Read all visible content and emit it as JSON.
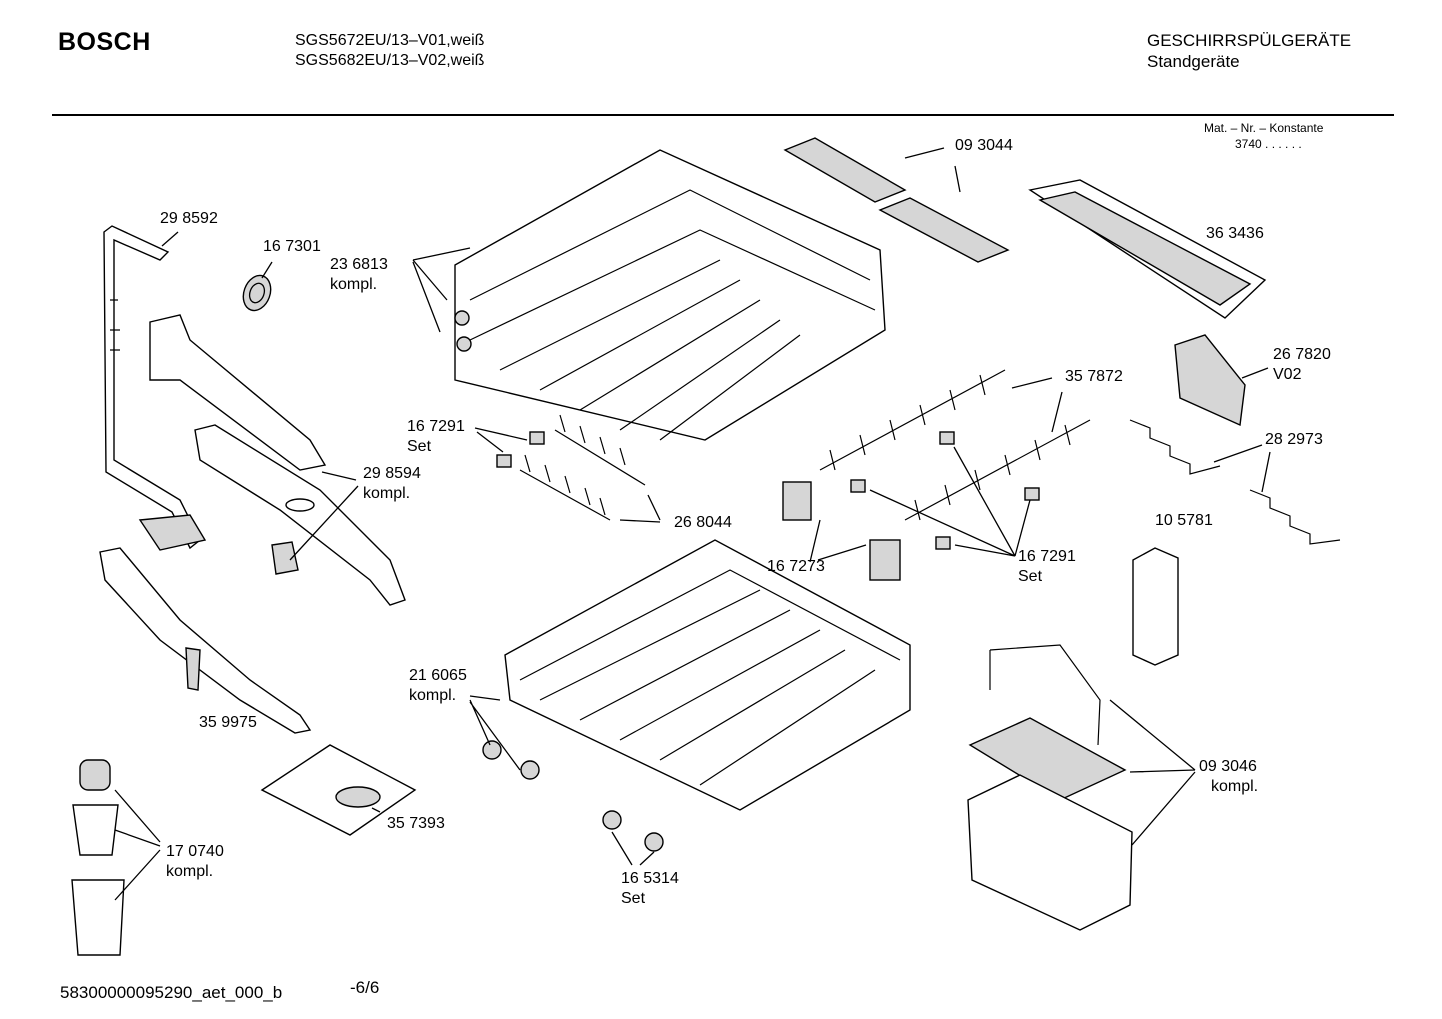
{
  "header": {
    "brand": "BOSCH",
    "models": [
      "SGS5672EU/13–V01,weiß",
      "SGS5682EU/13–V02,weiß"
    ],
    "category": "GESCHIRRSPÜLGERÄTE",
    "subcategory": "Standgeräte",
    "mat_label": "Mat. – Nr. – Konstante",
    "mat_value": "3740  .  .   .  .  .  ."
  },
  "callouts": [
    {
      "id": "298592",
      "lines": [
        "29 8592"
      ]
    },
    {
      "id": "167301",
      "lines": [
        "16 7301"
      ]
    },
    {
      "id": "236813",
      "lines": [
        "23 6813",
        "kompl."
      ]
    },
    {
      "id": "093044",
      "lines": [
        "09 3044"
      ]
    },
    {
      "id": "363436",
      "lines": [
        "36 3436"
      ]
    },
    {
      "id": "267820",
      "lines": [
        "26 7820",
        "V02"
      ]
    },
    {
      "id": "357872",
      "lines": [
        "35 7872"
      ]
    },
    {
      "id": "282973",
      "lines": [
        "28 2973"
      ]
    },
    {
      "id": "167291a",
      "lines": [
        "16 7291",
        "Set"
      ]
    },
    {
      "id": "298594",
      "lines": [
        "29 8594",
        "kompl."
      ]
    },
    {
      "id": "268044",
      "lines": [
        "26 8044"
      ]
    },
    {
      "id": "105781",
      "lines": [
        "10 5781"
      ]
    },
    {
      "id": "167273",
      "lines": [
        "16 7273"
      ]
    },
    {
      "id": "167291b",
      "lines": [
        "16 7291",
        "Set"
      ]
    },
    {
      "id": "216065",
      "lines": [
        "21 6065",
        "kompl."
      ]
    },
    {
      "id": "359975",
      "lines": [
        "35 9975"
      ]
    },
    {
      "id": "093046",
      "lines": [
        "09 3046",
        "kompl."
      ]
    },
    {
      "id": "357393",
      "lines": [
        "35 7393"
      ]
    },
    {
      "id": "170740",
      "lines": [
        "17 0740",
        "kompl."
      ]
    },
    {
      "id": "165314",
      "lines": [
        "16 5314",
        "Set"
      ]
    }
  ],
  "footer": {
    "doc_id": "58300000095290_aet_000_b",
    "page": "-6/6"
  }
}
